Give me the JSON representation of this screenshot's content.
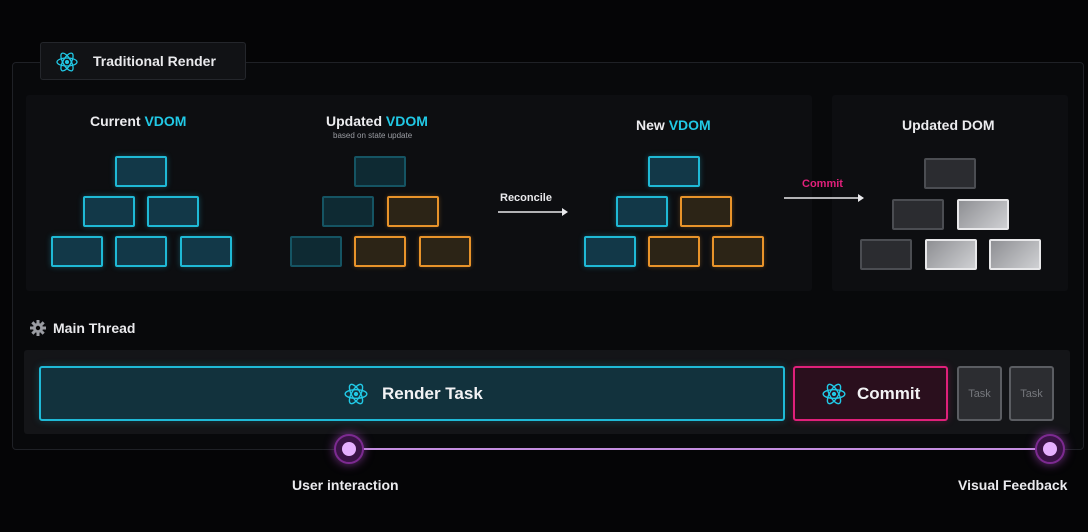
{
  "header": {
    "title": "Traditional Render"
  },
  "panels": {
    "current": {
      "title": "Current ",
      "accent": "VDOM"
    },
    "updated": {
      "title": "Updated ",
      "accent": "VDOM",
      "subtitle": "based on state update"
    },
    "new": {
      "title": "New ",
      "accent": "VDOM"
    },
    "dom": {
      "title": "Updated DOM"
    }
  },
  "arrows": {
    "reconcile": "Reconcile",
    "commit": "Commit"
  },
  "thread": {
    "label": "Main Thread",
    "render_task": "Render Task",
    "commit_task": "Commit",
    "task1": "Task",
    "task2": "Task"
  },
  "timeline": {
    "start": "User interaction",
    "end": "Visual Feedback"
  },
  "colors": {
    "accent_cyan": "#21c9e6",
    "orange": "#e8932a",
    "commit_pink": "#e0207a",
    "timeline": "#c58fe0"
  }
}
